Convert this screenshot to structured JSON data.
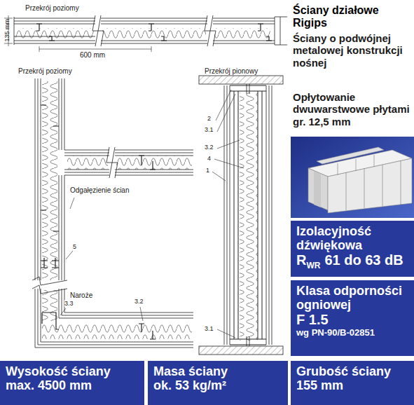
{
  "diagram": {
    "title": "Ściany działowe Rigips",
    "nodes": [
      {
        "text": [
          "Izolacyjność dźwiękowa",
          "R",
          "WR",
          "61 do 63 dB"
        ]
      },
      {
        "text": [
          "Klasa odporności ogniowej",
          "F 1.5",
          "wg PN-90/B-02851"
        ]
      },
      {
        "text": [
          "Wysokość ściany",
          "max. 4500 mm"
        ]
      },
      {
        "text": [
          "Masa ściany",
          "ok. 53 kg/m²"
        ]
      },
      {
        "text": [
          "Grubość ściany",
          "155 mm"
        ]
      }
    ],
    "labels": [
      "Przekrój poziomy",
      "135 mm",
      "600 mm",
      "Ściany o podwójnej metalowej konstrukcji nośnej",
      "Opłytowanie dwuwarstwowe płytami gr. 12,5 mm",
      "Przekrój poziomy",
      "Przekrój pionowy",
      "2",
      "3.1",
      "3.2",
      "4",
      "1",
      "Odgałęzienie ścian",
      "5",
      "Naroże",
      "3.3",
      "3.2",
      "3.1"
    ]
  }
}
